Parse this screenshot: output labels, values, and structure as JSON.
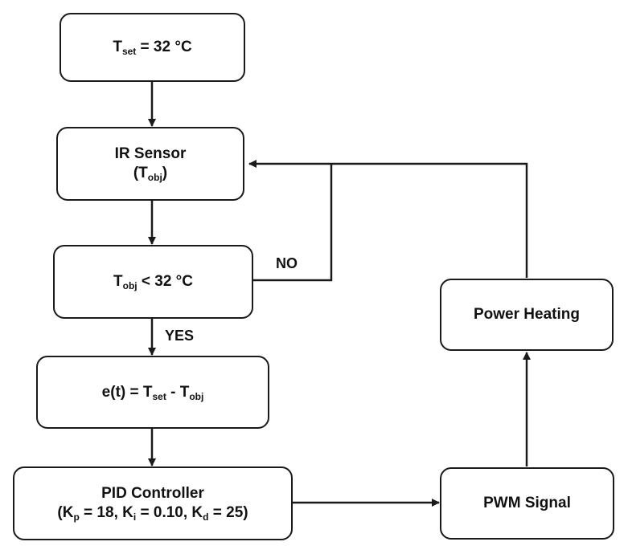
{
  "colors": {
    "stroke": "#1a1a1a",
    "text": "#111111",
    "background": "#ffffff"
  },
  "nodes": {
    "tset": {
      "T": "T",
      "sub": "set",
      "rest": " = 32 °C"
    },
    "ir_sensor": {
      "title": "IR Sensor",
      "open": "(T",
      "sub": "obj",
      "close": ")"
    },
    "decision": {
      "T": "T",
      "sub": "obj",
      "rest": " < 32 °C"
    },
    "error": {
      "pre": "e(t) = T",
      "sub1": "set",
      "mid": " - T",
      "sub2": "obj"
    },
    "pid": {
      "title": "PID Controller",
      "p_pre": "(K",
      "p_sub": "p",
      "p_val": " = 18, ",
      "i_pre": "K",
      "i_sub": "i",
      "i_val": " = 0.10, ",
      "d_pre": "K",
      "d_sub": "d",
      "d_val": " = 25)"
    },
    "pwm": {
      "label": "PWM Signal"
    },
    "heating": {
      "label": "Power Heating"
    }
  },
  "edge_labels": {
    "no": "NO",
    "yes": "YES"
  }
}
